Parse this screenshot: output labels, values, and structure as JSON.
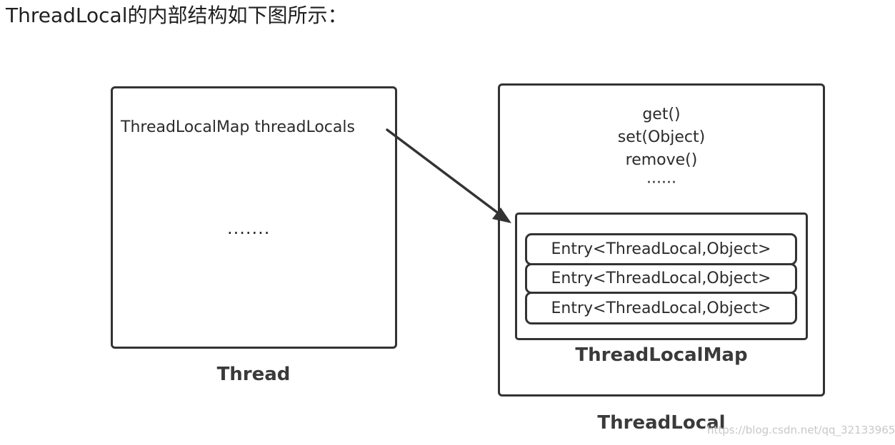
{
  "heading": "ThreadLocal的内部结构如下图所示：",
  "thread": {
    "field": "ThreadLocalMap threadLocals",
    "ellipsis": "·······",
    "caption": "Thread"
  },
  "threadlocal": {
    "methods": [
      "get()",
      "set(Object)",
      "remove()",
      "······"
    ],
    "caption": "ThreadLocal",
    "map": {
      "caption": "ThreadLocalMap",
      "entries": [
        "Entry<ThreadLocal,Object>",
        "Entry<ThreadLocal,Object>",
        "Entry<ThreadLocal,Object>"
      ]
    }
  },
  "watermark": "https://blog.csdn.net/qq_32133965",
  "colors": {
    "stroke": "#333333",
    "text": "#2b2b2b",
    "watermark": "#c8c8c8"
  }
}
